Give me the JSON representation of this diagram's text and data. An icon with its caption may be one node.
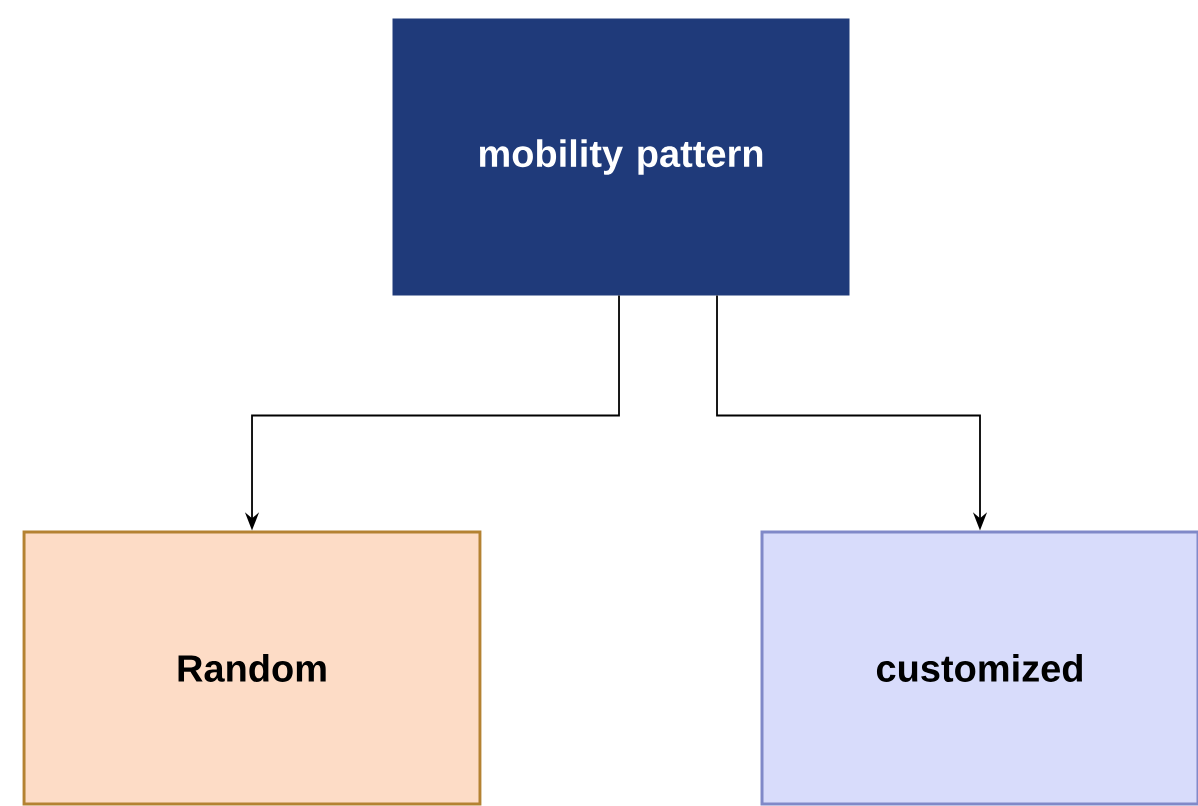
{
  "diagram": {
    "nodes": [
      {
        "text": [
          "mobility pattern"
        ]
      },
      {
        "text": [
          "Random"
        ]
      },
      {
        "text": [
          "customized"
        ]
      }
    ],
    "edges": [
      {
        "from": 0,
        "to": 1,
        "arrow": "to"
      },
      {
        "from": 0,
        "to": 2,
        "arrow": "to"
      }
    ]
  }
}
